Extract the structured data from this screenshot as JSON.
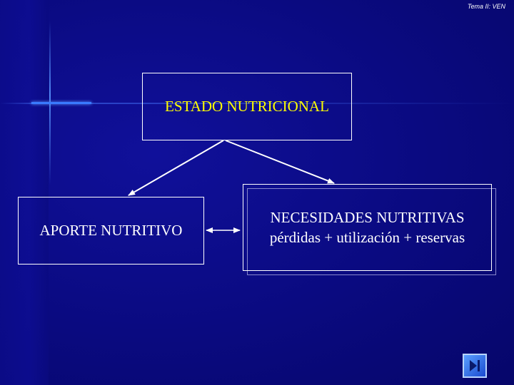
{
  "header": {
    "tag": "Tema II: VEN"
  },
  "diagram": {
    "top_box": "ESTADO NUTRICIONAL",
    "left_box": "APORTE NUTRITIVO",
    "right_box": {
      "line1": "NECESIDADES NUTRITIVAS",
      "line2": "pérdidas + utilización + reservas"
    }
  },
  "navigation": {
    "end_button_icon": "skip-to-end-icon"
  },
  "colors": {
    "background": "#0a0a78",
    "title_text": "#ffff00",
    "body_text": "#ffffff"
  }
}
